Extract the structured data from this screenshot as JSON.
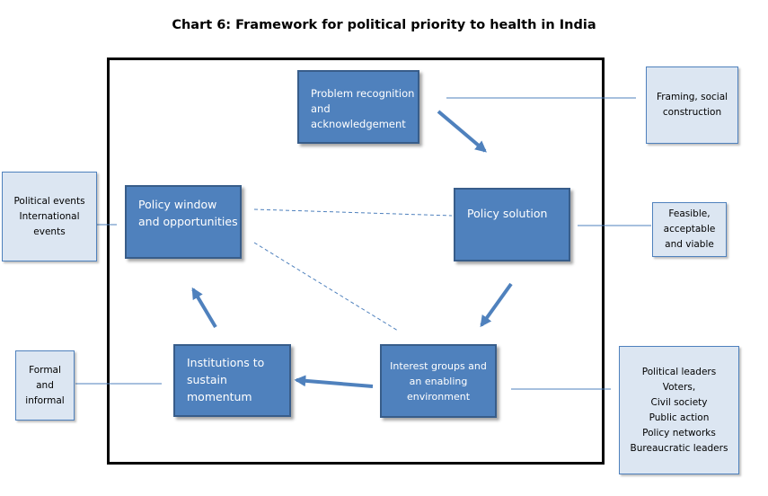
{
  "title": "Chart 6: Framework for political priority to health in India",
  "nodes": {
    "problem": {
      "line1": "Problem recognition",
      "line2": "and acknowledgement"
    },
    "solution": {
      "line1": "Policy solution"
    },
    "interest": {
      "line1": "Interest groups and",
      "line2": "an enabling",
      "line3": "environment"
    },
    "institutions": {
      "line1": "Institutions to",
      "line2": "sustain",
      "line3": "momentum"
    },
    "window": {
      "line1": "Policy window",
      "line2": "and opportunities"
    }
  },
  "side_boxes": {
    "framing": {
      "line1": "Framing, social",
      "line2": "construction"
    },
    "feasible": {
      "line1": "Feasible,",
      "line2": "acceptable",
      "line3": "and viable"
    },
    "actors": {
      "lines": [
        "Political leaders",
        "Voters,",
        "Civil society",
        "Public action",
        "Policy networks",
        "Bureaucratic leaders"
      ]
    },
    "formal": {
      "line1": "Formal",
      "line2": "and",
      "line3": "informal"
    },
    "events": {
      "line1": "Political events",
      "line2": "International",
      "line3": "events"
    }
  },
  "colors": {
    "node_fill": "#4f81bd",
    "node_border": "#385d8a",
    "side_fill": "#dce6f2",
    "line": "#4f81bd"
  }
}
